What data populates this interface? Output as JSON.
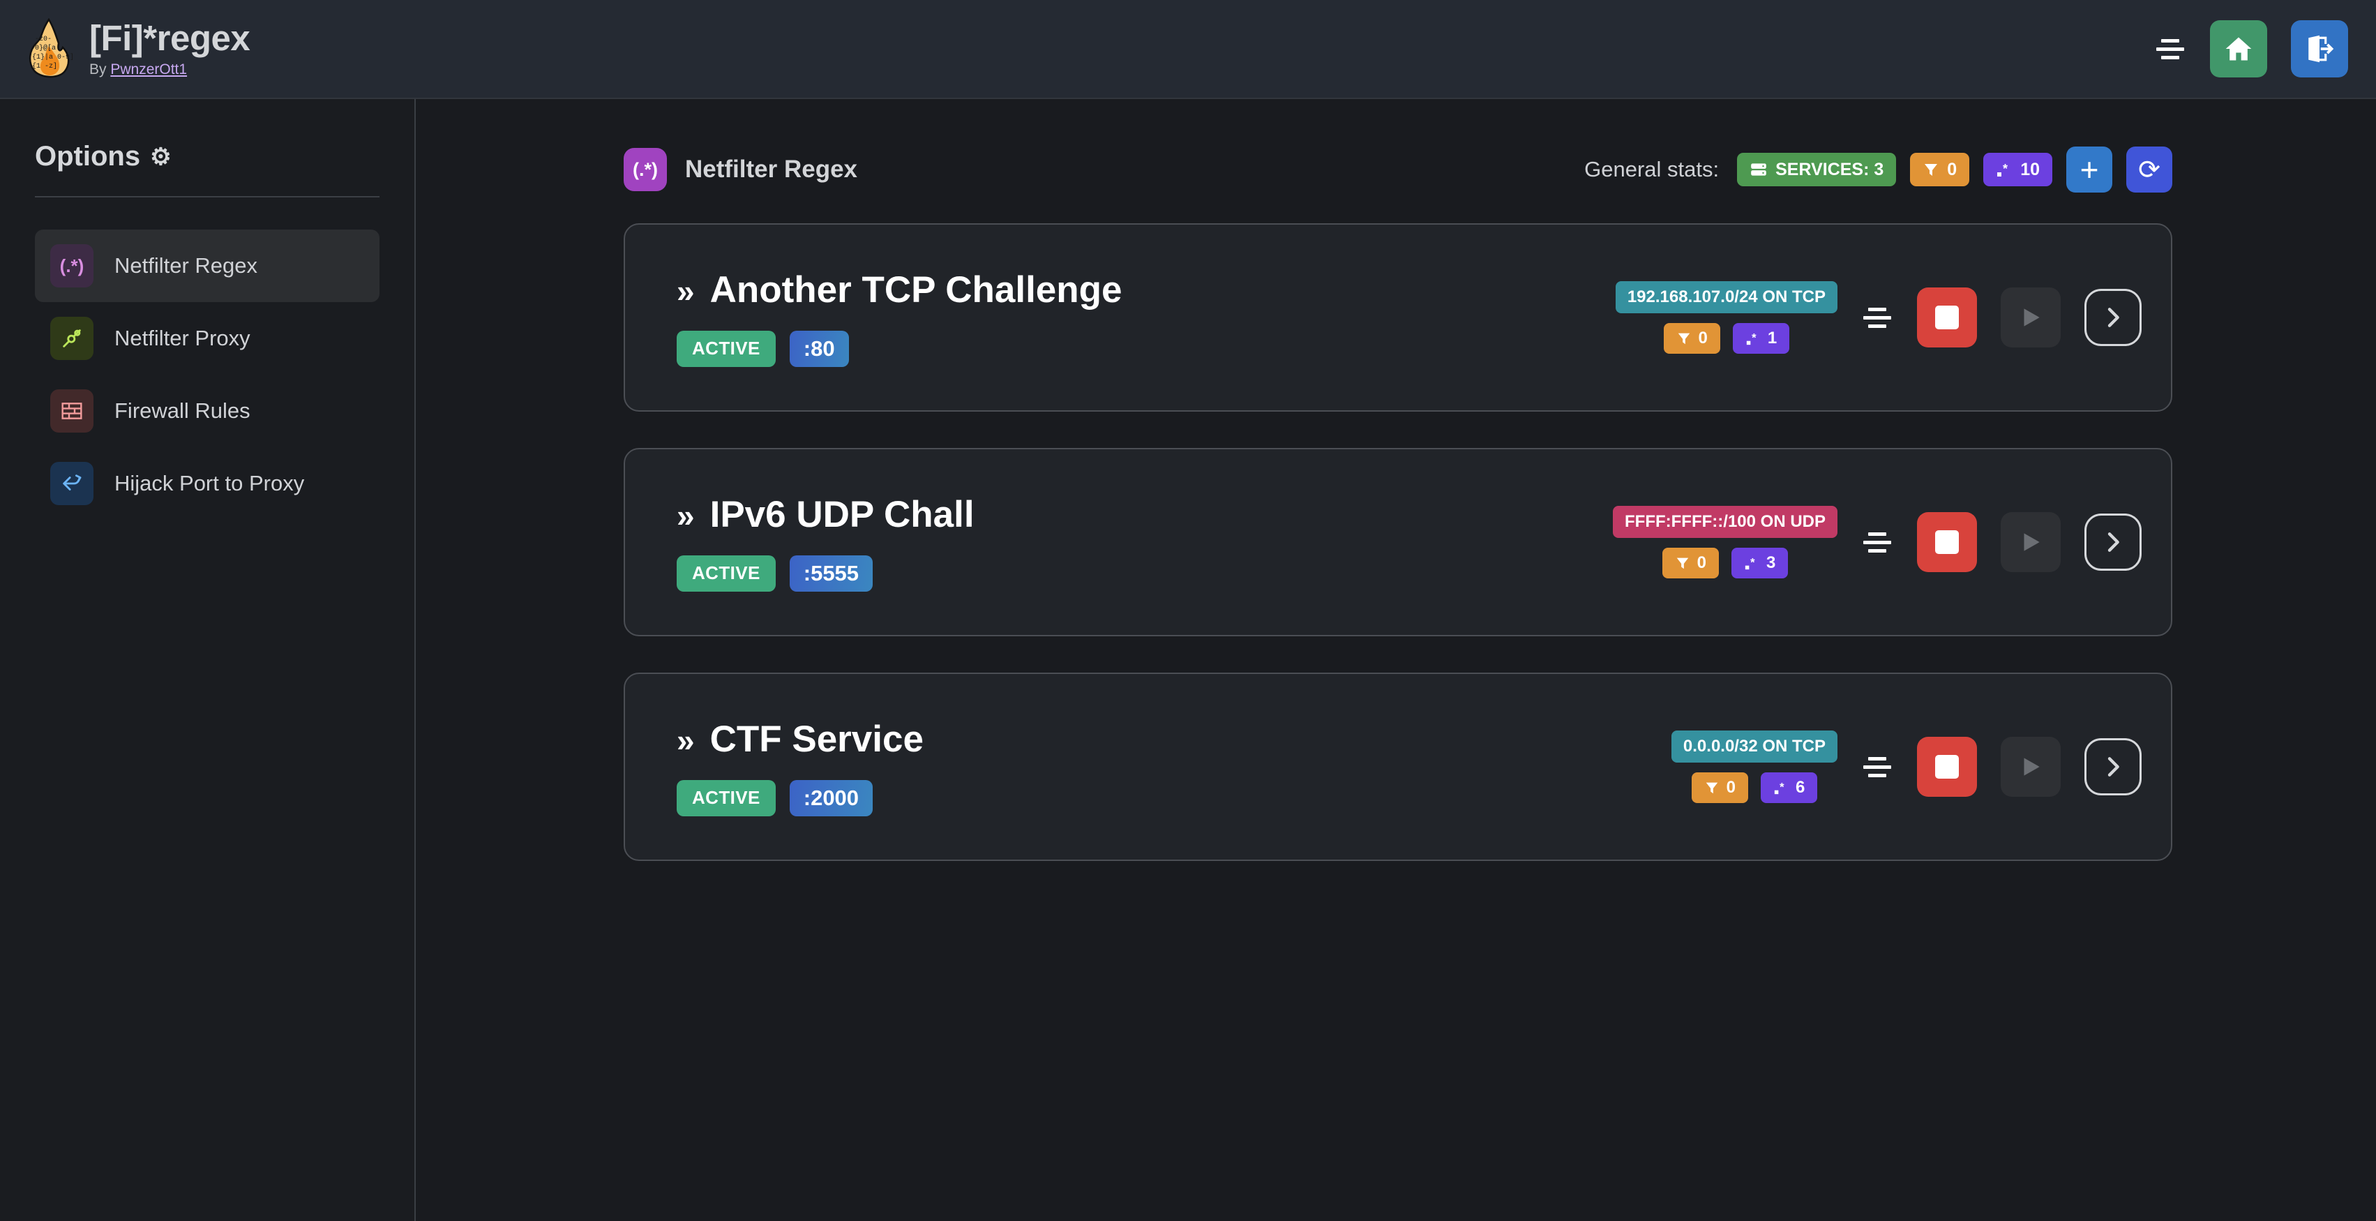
{
  "header": {
    "app_title": "[Fi]*regex",
    "by_prefix": "By ",
    "author": "PwnzerOtt1",
    "logo_icon": "flame-logo",
    "menu_icon": "menu-lines-icon",
    "home_icon": "home-icon",
    "logout_icon": "logout-icon",
    "colors": {
      "home": "#41976a",
      "logout": "#3273c4",
      "bar": "#252a33"
    }
  },
  "sidebar": {
    "title": "Options",
    "gear_icon": "gear-icon",
    "items": [
      {
        "label": "Netfilter Regex",
        "icon": "regex-icon",
        "glyph": "(.*)",
        "active": true
      },
      {
        "label": "Netfilter Proxy",
        "icon": "proxy-icon",
        "glyph": "⚭",
        "active": false
      },
      {
        "label": "Firewall Rules",
        "icon": "firewall-icon",
        "glyph": "▦",
        "active": false
      },
      {
        "label": "Hijack Port to Proxy",
        "icon": "hijack-icon",
        "glyph": "⤴",
        "active": false
      }
    ]
  },
  "main": {
    "page_icon": "regex-icon",
    "page_icon_glyph": "(.*)",
    "page_title": "Netfilter Regex",
    "stats_label": "General stats:",
    "stats": [
      {
        "name": "services-badge",
        "icon": "server-icon",
        "label": "SERVICES: 3",
        "color": "#4e9a51"
      },
      {
        "name": "filters-badge",
        "icon": "filter-icon",
        "label": "0",
        "color": "#e19436"
      },
      {
        "name": "regex-badge",
        "icon": "regex-dot-icon",
        "label": "10",
        "color": "#6c40e0"
      }
    ],
    "add_button": {
      "icon": "plus-icon",
      "label": "+",
      "color": "#3279c9"
    },
    "refresh_button": {
      "icon": "refresh-icon",
      "label": "⟳",
      "color": "#4055d8"
    }
  },
  "services": [
    {
      "chevron": "»",
      "name": "Another TCP Challenge",
      "status": "ACTIVE",
      "port": ":80",
      "network": "192.168.107.0/24 ON TCP",
      "network_proto": "tcp",
      "filters": "0",
      "regexes": "1",
      "sort_icon": "sort-lines-icon",
      "stop_icon": "stop-icon",
      "play_icon": "play-icon",
      "details_icon": "chevron-right-icon"
    },
    {
      "chevron": "»",
      "name": "IPv6 UDP Chall",
      "status": "ACTIVE",
      "port": ":5555",
      "network": "FFFF:FFFF::/100 ON UDP",
      "network_proto": "udp",
      "filters": "0",
      "regexes": "3",
      "sort_icon": "sort-lines-icon",
      "stop_icon": "stop-icon",
      "play_icon": "play-icon",
      "details_icon": "chevron-right-icon"
    },
    {
      "chevron": "»",
      "name": "CTF Service",
      "status": "ACTIVE",
      "port": ":2000",
      "network": "0.0.0.0/32 ON TCP",
      "network_proto": "tcp",
      "filters": "0",
      "regexes": "6",
      "sort_icon": "sort-lines-icon",
      "stop_icon": "stop-icon",
      "play_icon": "play-icon",
      "details_icon": "chevron-right-icon"
    }
  ]
}
